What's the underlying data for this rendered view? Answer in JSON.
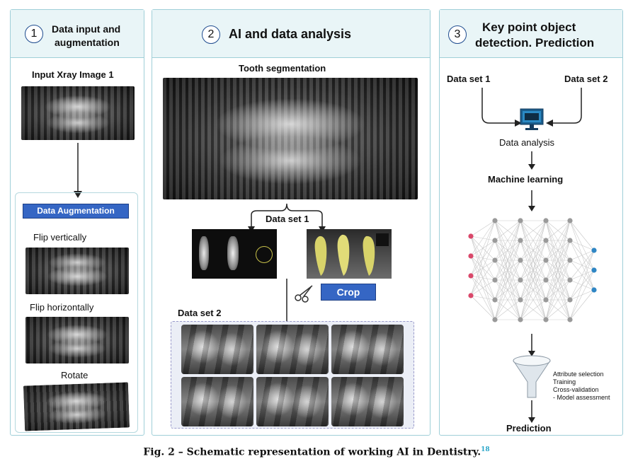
{
  "panel1": {
    "number": "1",
    "title_line1": "Data input and",
    "title_line2": "augmentation",
    "input_label": "Input Xray Image 1",
    "augmentation_button": "Data Augmentation",
    "flip_vertical": "Flip vertically",
    "flip_horizontal": "Flip horizontally",
    "rotate": "Rotate"
  },
  "panel2": {
    "number": "2",
    "title": "AI and data analysis",
    "segmentation": "Tooth segmentation",
    "dataset1": "Data set 1",
    "crop": "Crop",
    "dataset2": "Data set 2"
  },
  "panel3": {
    "number": "3",
    "title_line1": "Key point object",
    "title_line2": "detection. Prediction",
    "dataset1": "Data set 1",
    "dataset2": "Data set 2",
    "data_analysis": "Data analysis",
    "machine_learning": "Machine learning",
    "steps": [
      "Attribute selection",
      "Training",
      "Cross-validation",
      "- Model assessment"
    ],
    "prediction": "Prediction"
  },
  "caption": {
    "text": "Fig. 2 – Schematic representation of working AI in Dentistry.",
    "ref": "18"
  },
  "colors": {
    "panel_border": "#9fcfd8",
    "panel_header": "#e9f5f7",
    "button_blue": "#3566c4",
    "input_node": "#d9486a",
    "output_node": "#2f86c4",
    "hidden_node": "#9a9a9a",
    "ref_color": "#2aa6c9"
  }
}
